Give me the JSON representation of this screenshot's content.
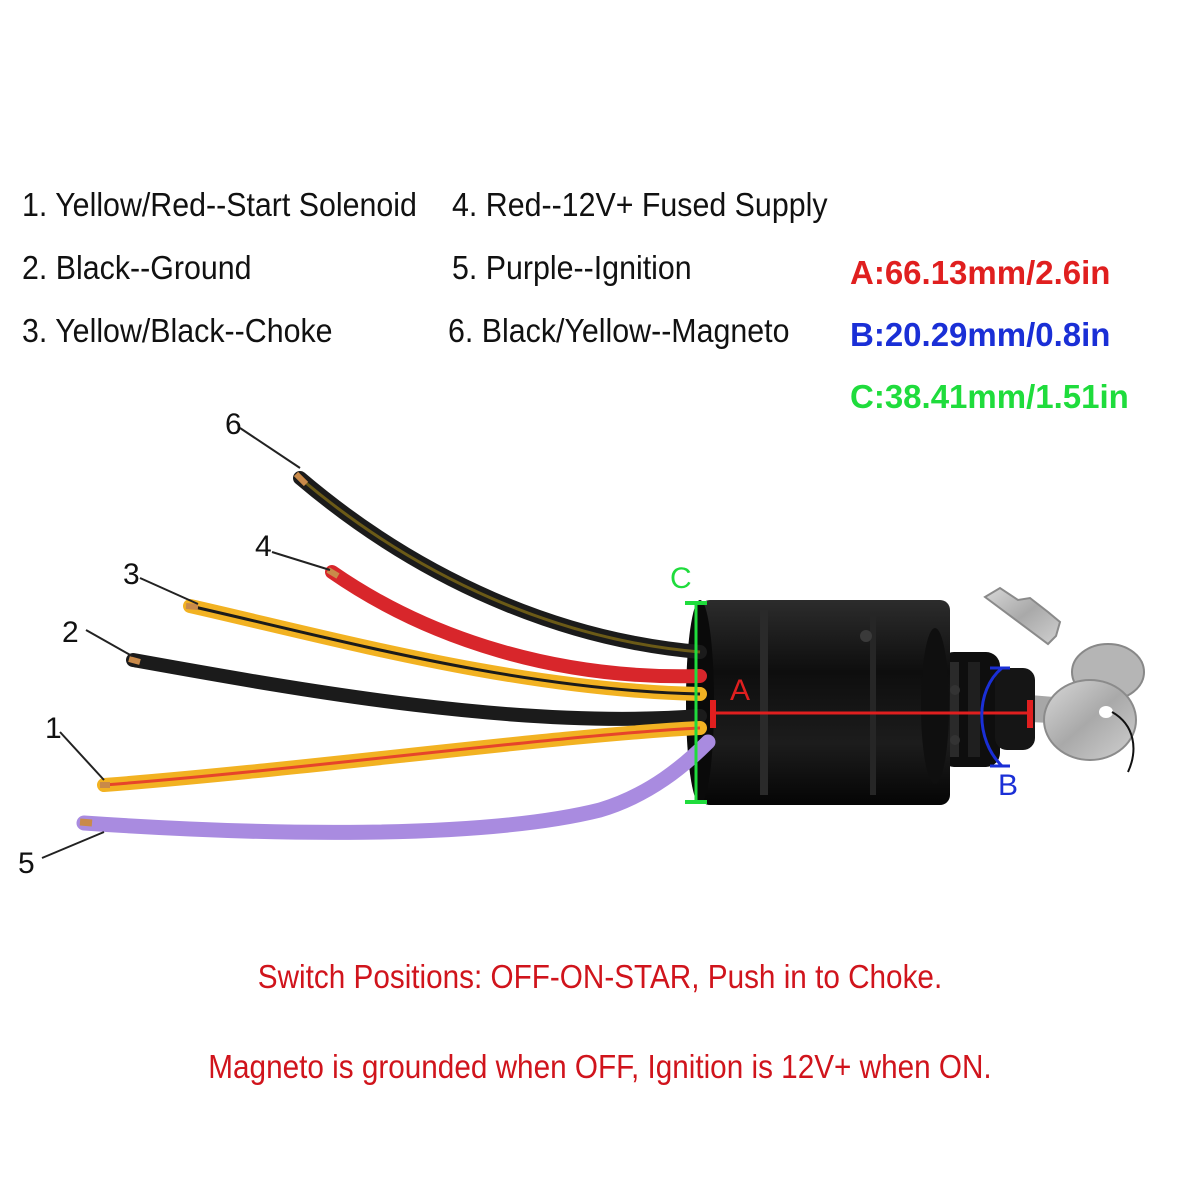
{
  "legend": [
    {
      "num": "1.",
      "text": "Yellow/Red--Start Solenoid"
    },
    {
      "num": "4.",
      "text": "Red--12V+ Fused Supply"
    },
    {
      "num": "2.",
      "text": "Black--Ground"
    },
    {
      "num": "5.",
      "text": "Purple--Ignition"
    },
    {
      "num": "3.",
      "text": "Yellow/Black--Choke"
    },
    {
      "num": "6.",
      "text": "Black/Yellow--Magneto"
    }
  ],
  "dimensions": {
    "A": {
      "text": "A:66.13mm/2.6in",
      "color": "#e01f1f"
    },
    "B": {
      "text": "B:20.29mm/0.8in",
      "color": "#1a2fd6"
    },
    "C": {
      "text": "C:38.41mm/1.51in",
      "color": "#1fdc3c"
    }
  },
  "diagram_labels": {
    "wire_1": "1",
    "wire_2": "2",
    "wire_3": "3",
    "wire_4": "4",
    "wire_5": "5",
    "wire_6": "6",
    "dim_A": "A",
    "dim_B": "B",
    "dim_C": "C"
  },
  "wire_colors": {
    "yellow": "#f2b222",
    "red_stripe": "#e6452a",
    "black": "#1b1b1b",
    "red": "#d8262b",
    "purple": "#a98be0",
    "body": "#151515",
    "key": "#b8b8b8"
  },
  "notes": {
    "line1": "Switch Positions: OFF-ON-STAR, Push in to Choke.",
    "line2": "Magneto is grounded when OFF, Ignition is 12V+ when ON."
  }
}
